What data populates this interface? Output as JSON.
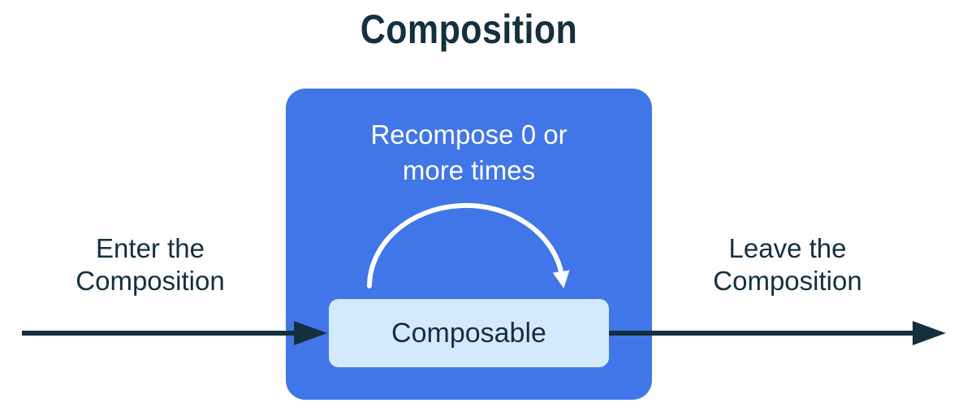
{
  "title": "Composition",
  "colors": {
    "background": "#FFFFFF",
    "dark_navy": "#14303F",
    "blue_box": "#4176E8",
    "light_box": "#D3EAFC",
    "white": "#FFFFFF"
  },
  "composition_box": {
    "recompose_label_line1": "Recompose 0 or",
    "recompose_label_line2": "more times",
    "composable_label": "Composable"
  },
  "labels": {
    "enter_line1": "Enter the",
    "enter_line2": "Composition",
    "leave_line1": "Leave the",
    "leave_line2": "Composition"
  },
  "icons": {
    "enter_arrow": "right-arrow",
    "recompose_arrow": "loop-arc-arrow",
    "leave_arrow": "right-arrow"
  }
}
